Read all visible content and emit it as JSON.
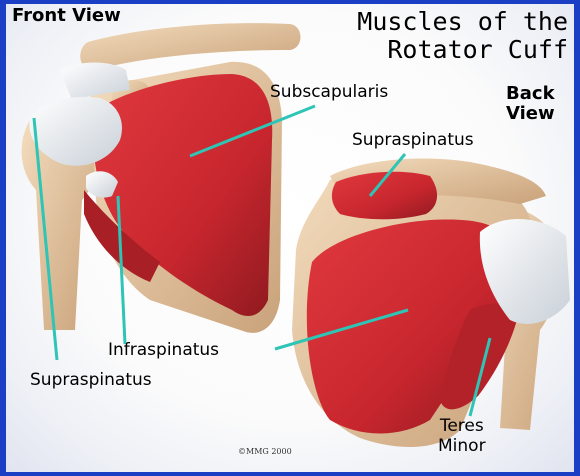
{
  "title": {
    "line1": "Muscles of the",
    "line2": "Rotator Cuff"
  },
  "front_view": "Front View",
  "back_view": {
    "line1": "Back",
    "line2": "View"
  },
  "labels": {
    "subscapularis": "Subscapularis",
    "supraspinatus_back": "Supraspinatus",
    "infraspinatus": "Infraspinatus",
    "supraspinatus_front": "Supraspinatus",
    "teres_minor_1": "Teres",
    "teres_minor_2": "Minor"
  },
  "copyright": "©MMG 2000",
  "colors": {
    "frame": "#1a3fc4",
    "muscle": "#c8262e",
    "bone": "#e8c9a2",
    "tendon": "#e9edf1",
    "leader": "#2ec4b6"
  }
}
